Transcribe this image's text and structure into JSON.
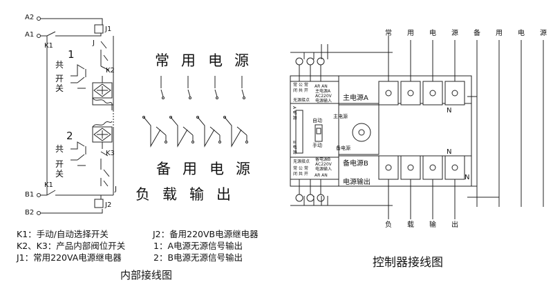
{
  "internal": {
    "nodes": {
      "a2": "A2",
      "a1": "A1",
      "b1": "B1",
      "b2": "B2"
    },
    "k1_top": "K1",
    "k1_bottom": "K1",
    "j1": "J1",
    "j2": "J2",
    "j_top": "J",
    "j_bottom": "J",
    "k2": "K2",
    "k3": "K3",
    "num1": "1",
    "num2": "2",
    "common_1": "共",
    "open_1": "开",
    "close_1": "关",
    "common_2": "共",
    "open_2": "开",
    "close_2": "关",
    "title": "内部接线图"
  },
  "legend": [
    "K1：手动/自动选择开关",
    "K2、K3：产品内部阀位开关",
    "J1：常用220VA电源继电器",
    "J2：备用220VB电源继电器",
    "1：A电源无源信号输出",
    "2：B电源无源信号输出"
  ],
  "middle": {
    "normal_power": [
      "常",
      "用",
      "电",
      "源"
    ],
    "standby_power": [
      "备",
      "用",
      "电",
      "源"
    ],
    "load_output": [
      "负",
      "载",
      "输",
      "出"
    ]
  },
  "controller": {
    "top_labels": [
      "常",
      "用",
      "电",
      "源",
      "备",
      "用",
      "电",
      "源"
    ],
    "bottom_labels": [
      "负",
      "载",
      "输",
      "出"
    ],
    "n_top": "N",
    "n_mid": "N",
    "n_bottom": "N",
    "main_power_a": "主电源A",
    "standby_power_b": "备电源B",
    "power_output": "电源输出",
    "auto": "自动",
    "manual": "手动",
    "main_power": "主电源",
    "standby_power": "备电源",
    "a_power": "A 电 源",
    "b_power": "B 电 源",
    "top_block": {
      "col1": "常 公 常",
      "col2": "闭 共 开",
      "ar_an": "AR  AN",
      "info1": "主电源A",
      "info2": "AC220V",
      "info3": "电源输入",
      "passive": "无源接点"
    },
    "bottom_block": {
      "passive": "无源接点",
      "info1": "备电源B",
      "info2": "AC220V",
      "info3": "电源输入",
      "col1": "常 公 常",
      "col2": "闭 共 开",
      "ar_an": "AR  AN"
    },
    "title": "控制器接线图"
  }
}
